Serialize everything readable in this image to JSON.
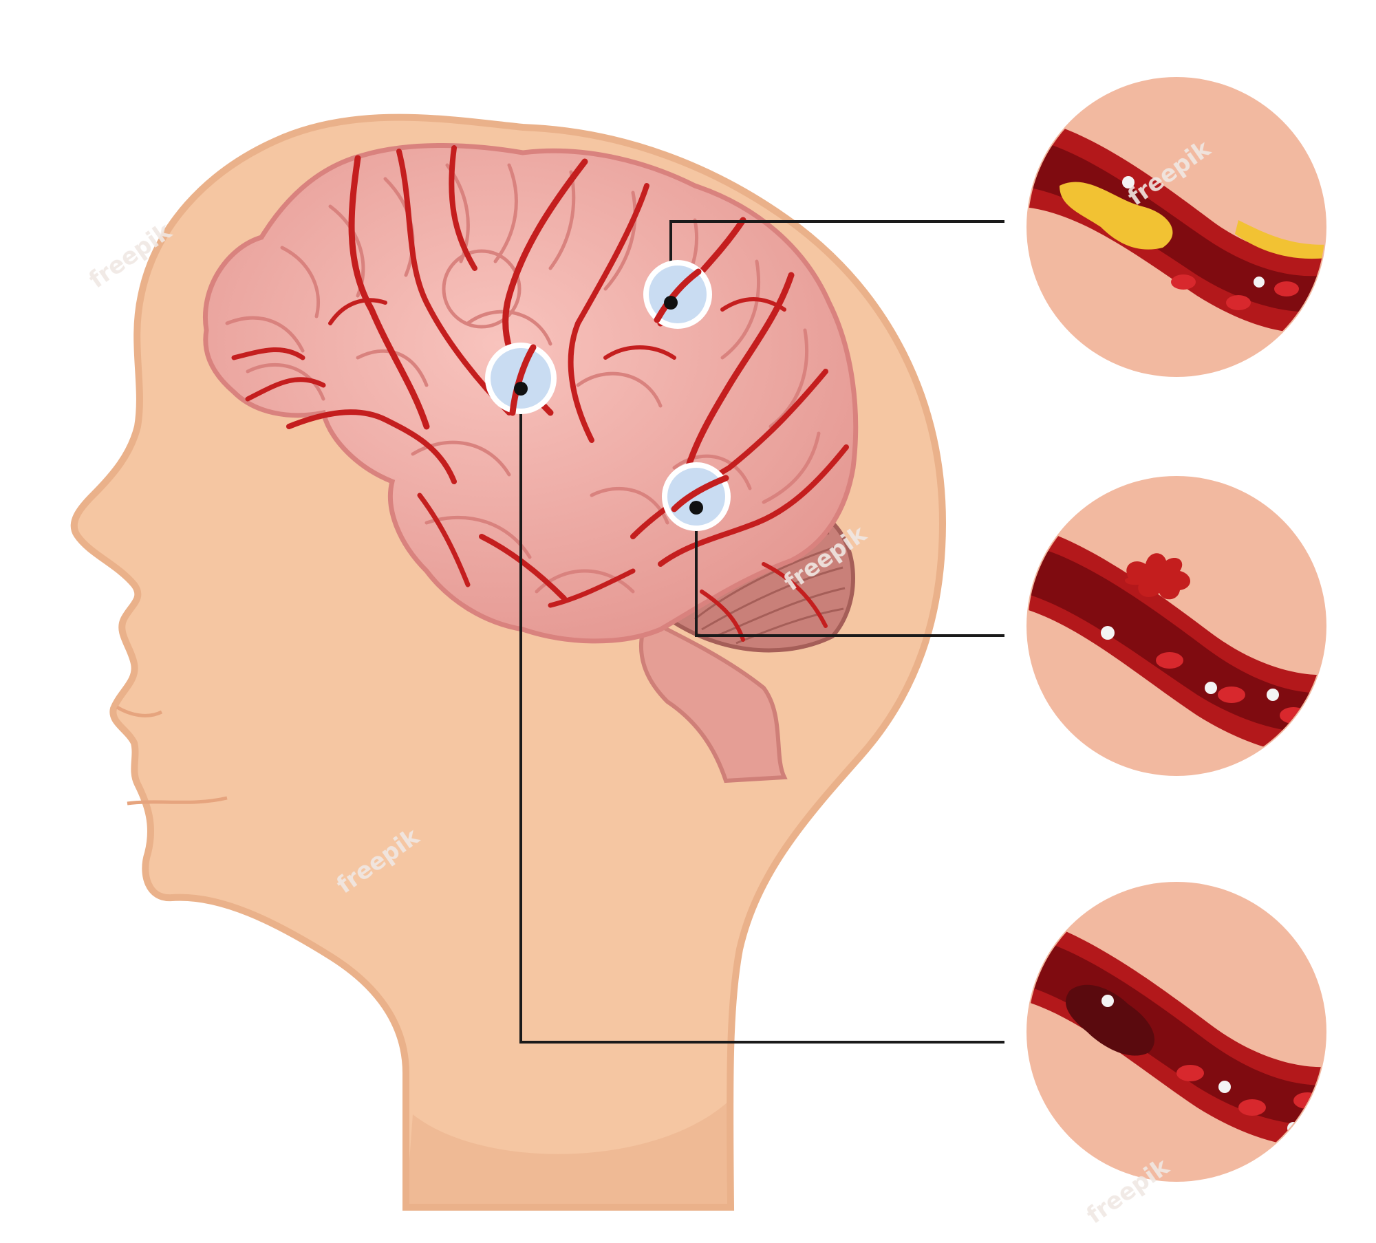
{
  "colors": {
    "background": "#ffffff",
    "skin": "#f5c6a2",
    "skin_shadow": "#eab18a",
    "brain": "#eea6a0",
    "brain_fold": "#d9827e",
    "artery": "#c41e1e",
    "cerebellum": "#c98079",
    "marker_ring": "#ffffff",
    "marker_fill": "#c9dcf2",
    "leader_line": "#1a1a1a",
    "vessel_wall": "#b3181b",
    "vessel_inner": "#7f0b10",
    "plaque": "#f2c233",
    "clot": "#5a0a0e",
    "rbc": "#d8282d",
    "wbc": "#f4f4f4",
    "watermark": "#f0e8e4"
  },
  "watermark": {
    "text": "freepik"
  },
  "callouts": [
    {
      "id": "narrowed-artery",
      "icon": "plaque-narrowed-artery-icon"
    },
    {
      "id": "ruptured-artery",
      "icon": "ruptured-artery-bleed-icon"
    },
    {
      "id": "blocked-artery",
      "icon": "blood-clot-blocked-artery-icon"
    }
  ]
}
